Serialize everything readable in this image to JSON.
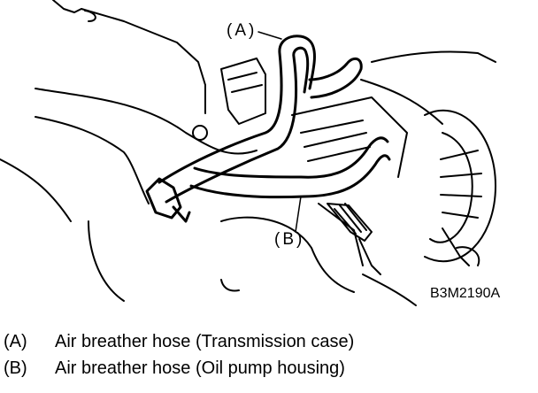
{
  "figure": {
    "id": "B3M2190A",
    "callouts": [
      "(A)",
      "(B)"
    ]
  },
  "legend": [
    {
      "key": "(A)",
      "text": "Air breather hose (Transmission case)"
    },
    {
      "key": "(B)",
      "text": "Air breather hose (Oil pump housing)"
    }
  ]
}
